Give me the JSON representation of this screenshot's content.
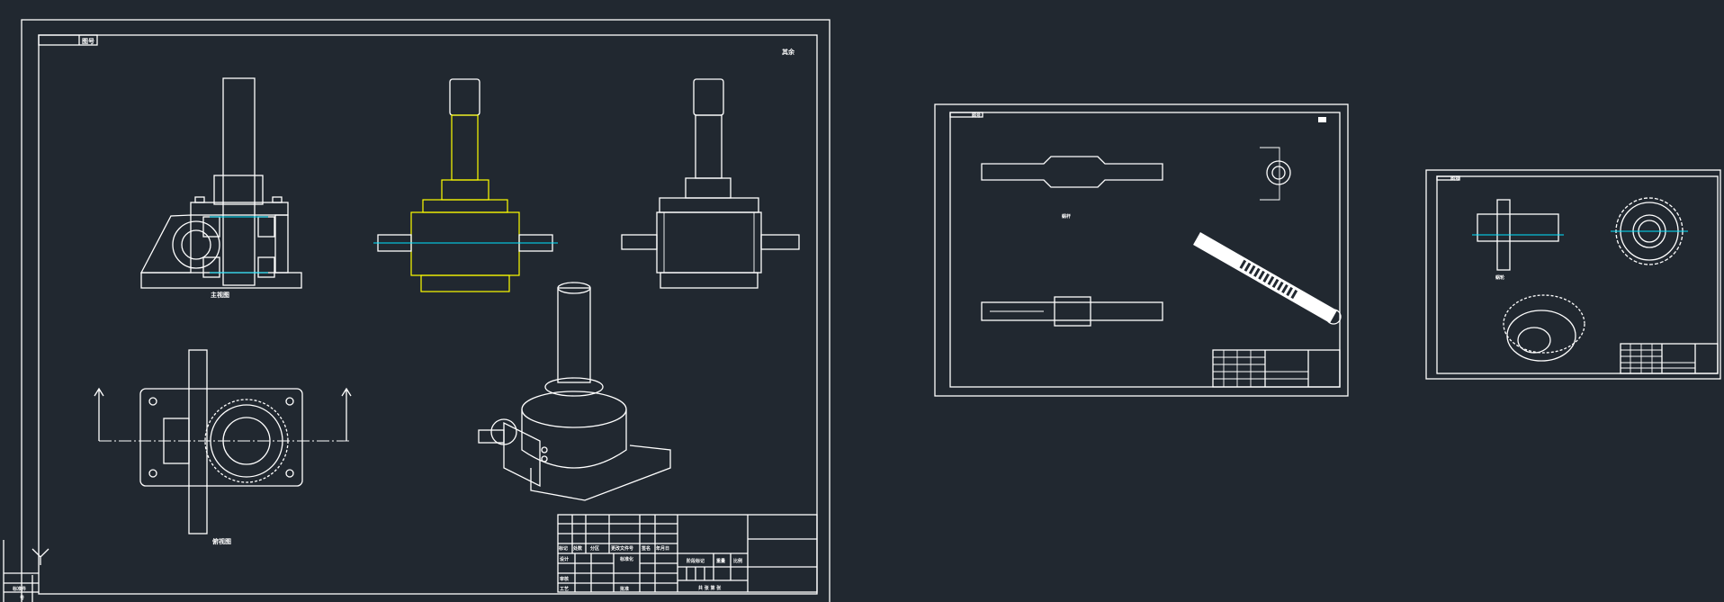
{
  "sheet1": {
    "tab_label": "图号",
    "corner_label": "其余",
    "view_label_section": "主视图",
    "view_label_top": "俯视图",
    "bottom_left_label": "标准件",
    "bottom_left_sub": "号",
    "title_block": {
      "header": [
        "标记",
        "处数",
        "分区",
        "更改文件号",
        "签名",
        "年月日"
      ],
      "design": "设计",
      "standardize": "标准化",
      "review": "审核",
      "process": "工艺",
      "approve": "批准",
      "stage_mark": "阶段标记",
      "weight": "重量",
      "scale": "比例",
      "sheets": "共 张 第 张"
    }
  },
  "sheet2": {
    "tab_label": "图号",
    "view_label": "蜗杆"
  },
  "sheet3": {
    "tab_label": "图号",
    "view_label": "蜗轮"
  },
  "colors": {
    "background": "#212830",
    "line": "#ffffff",
    "selected": "#ffff00",
    "centerline": "#00e5ff"
  }
}
